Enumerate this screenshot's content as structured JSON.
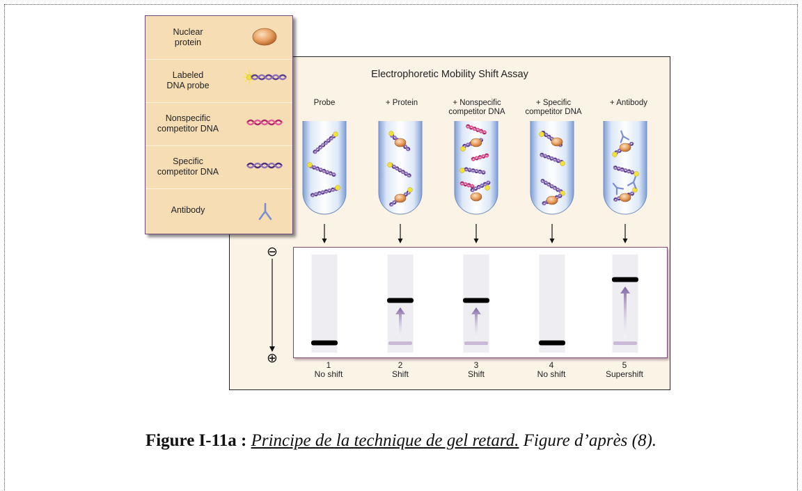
{
  "legend": {
    "items": [
      {
        "label": "Nuclear\nprotein",
        "icon": "nuclear-protein-icon"
      },
      {
        "label": "Labeled\nDNA probe",
        "icon": "labeled-dna-probe-icon"
      },
      {
        "label": "Nonspecific\ncompetitor DNA",
        "icon": "nonspecific-dna-icon"
      },
      {
        "label": "Specific\ncompetitor DNA",
        "icon": "specific-dna-icon"
      },
      {
        "label": "Antibody",
        "icon": "antibody-icon"
      }
    ]
  },
  "assay": {
    "title": "Electrophoretic Mobility Shift Assay",
    "columns": [
      {
        "label": "Probe"
      },
      {
        "label": "+ Protein"
      },
      {
        "label": "+ Nonspecific\ncompetitor DNA"
      },
      {
        "label": "+ Specific\ncompetitor DNA"
      },
      {
        "label": "+ Antibody"
      }
    ],
    "polarity": {
      "top": "⊖",
      "bottom": "⊕"
    },
    "lanes": [
      {
        "number": "1",
        "result": "No shift",
        "band_level": 0.0,
        "shifted": false
      },
      {
        "number": "2",
        "result": "Shift",
        "band_level": 0.55,
        "shifted": true
      },
      {
        "number": "3",
        "result": "Shift",
        "band_level": 0.55,
        "shifted": true
      },
      {
        "number": "4",
        "result": "No shift",
        "band_level": 0.0,
        "shifted": false
      },
      {
        "number": "5",
        "result": "Supershift",
        "band_level": 0.82,
        "shifted": true
      }
    ]
  },
  "caption": {
    "label": "Figure I-11a :",
    "title": "Principe de la technique de gel retard.",
    "source": "Figure d’après (8)."
  },
  "colors": {
    "legend_bg": "#f6ddb3",
    "panel_bg": "#fbf3e6",
    "dna_purple": "#5a3f8f",
    "dna_pink": "#d2407e",
    "protein": "#e8a060",
    "label_yellow": "#f3e23a",
    "antibody": "#7b8fd0",
    "arrow_purple": "#7d63a3"
  }
}
